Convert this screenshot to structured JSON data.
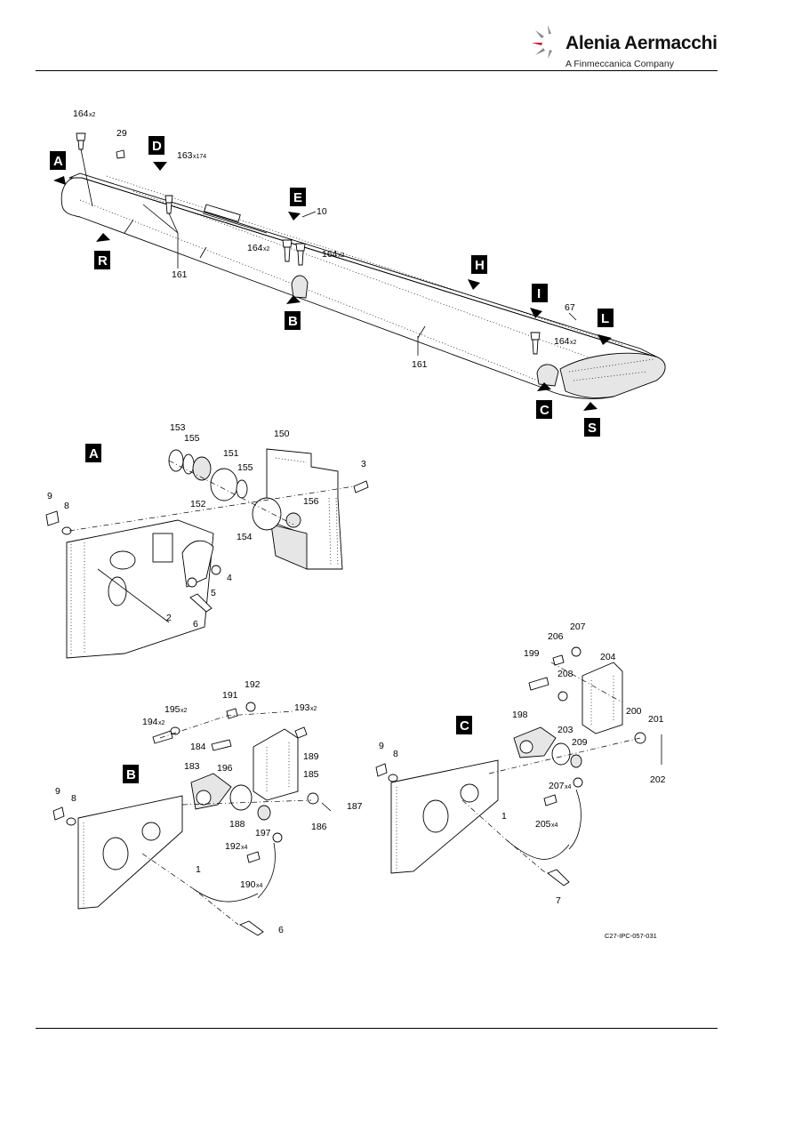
{
  "header": {
    "brand": "Alenia Aermacchi",
    "tagline": "A Finmeccanica Company",
    "logo_icon": "alenia-swoosh-logo-icon"
  },
  "figure_ref": "C27-IPC-057-031",
  "view_tags": {
    "A": "A",
    "D": "D",
    "E": "E",
    "H": "H",
    "I": "I",
    "L": "L",
    "R": "R",
    "B": "B",
    "C": "C",
    "S": "S",
    "detail_A": "A",
    "detail_B": "B",
    "detail_C": "C"
  },
  "callouts_main": {
    "c164a": "164",
    "c164a_q": "x2",
    "c29": "29",
    "c163": "163",
    "c163_q": "x174",
    "c10": "10",
    "c164b": "164",
    "c164b_q": "x2",
    "c164c": "164",
    "c164c_q": "x2",
    "c161a": "161",
    "c161b": "161",
    "c67": "67",
    "c164d": "164",
    "c164d_q": "x2"
  },
  "callouts_a": {
    "c153": "153",
    "c155a": "155",
    "c151": "151",
    "c155b": "155",
    "c150": "150",
    "c3": "3",
    "c152": "152",
    "c156": "156",
    "c154": "154",
    "c9": "9",
    "c8": "8",
    "c4": "4",
    "c5": "5",
    "c2": "2",
    "c6": "6"
  },
  "callouts_b": {
    "c191": "191",
    "c192": "192",
    "c195": "195",
    "c195_q": "x2",
    "c193": "193",
    "c193_q": "x2",
    "c194": "194",
    "c194_q": "x2",
    "c184": "184",
    "c189": "189",
    "c183": "183",
    "c196": "196",
    "c185": "185",
    "c9": "9",
    "c8": "8",
    "c188": "188",
    "c186": "186",
    "c187": "187",
    "c197": "197",
    "c192b": "192",
    "c192b_q": "x4",
    "c190": "190",
    "c190_q": "x4",
    "c1": "1",
    "c6": "6"
  },
  "callouts_c": {
    "c206": "206",
    "c207": "207",
    "c199": "199",
    "c204": "204",
    "c208": "208",
    "c198": "198",
    "c200": "200",
    "c201": "201",
    "c203": "203",
    "c209": "209",
    "c9": "9",
    "c8": "8",
    "c202": "202",
    "c207b": "207",
    "c207b_q": "x4",
    "c205": "205",
    "c205_q": "x4",
    "c1": "1",
    "c7": "7"
  }
}
